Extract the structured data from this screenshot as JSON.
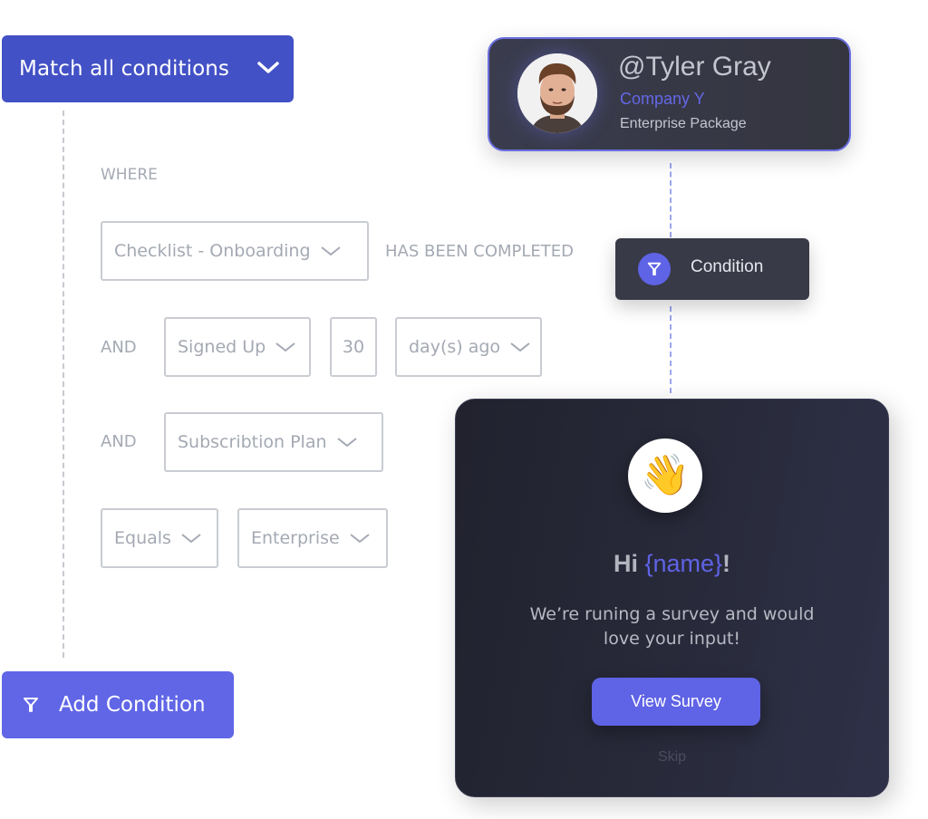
{
  "match_dropdown": {
    "label": "Match all conditions",
    "icon": "chevron-down-icon"
  },
  "conditions": {
    "where_label": "WHERE",
    "row1": {
      "field": "Checklist - Onboarding",
      "operator_text": "HAS BEEN COMPLETED"
    },
    "row2": {
      "conjunction": "AND",
      "field": "Signed Up",
      "amount": "30",
      "unit": "day(s) ago"
    },
    "row3": {
      "conjunction": "AND",
      "field": "Subscribtion Plan"
    },
    "row4": {
      "operator": "Equals",
      "value": "Enterprise"
    }
  },
  "add_condition": {
    "label": "Add Condition",
    "icon": "filter-icon"
  },
  "profile": {
    "name": "@Tyler Gray",
    "company": "Company Y",
    "package": "Enterprise Package",
    "avatar": "user-photo"
  },
  "condition_chip": {
    "label": "Condition",
    "icon": "filter-icon"
  },
  "survey_card": {
    "emoji": "👋",
    "greeting_prefix": "Hi",
    "greeting_variable": "{name}",
    "greeting_suffix": "!",
    "message_line1": "We’re runing a survey and would",
    "message_line2": "love your input!",
    "primary_button": "View Survey",
    "skip_label": "Skip"
  },
  "colors": {
    "match_button": "#4351c6",
    "accent": "#5f63e5",
    "add_button": "#6066e6",
    "dark_card": "#292b3c",
    "muted_text": "#a4a9b3"
  }
}
